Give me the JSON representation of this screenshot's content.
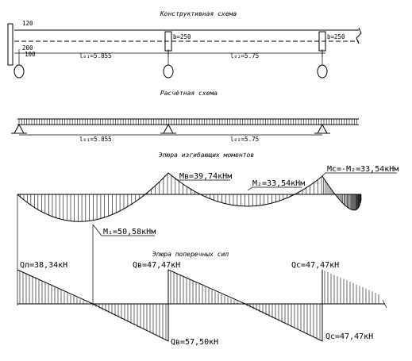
{
  "titles": {
    "structural": "Конструктивная схема",
    "design": "Расчётная схема",
    "moment": "Эпюра изгибающих моментов",
    "shear": "Эпюра поперечных сил"
  },
  "structural": {
    "support_dim_top": "120",
    "support_dim_mid": "200",
    "support_dim_bot": "100",
    "beam_b_width": "b=250",
    "beam_c_width": "b=250",
    "span1": "l₀₁=5.855",
    "span2": "l₀₂=5.75"
  },
  "design": {
    "span1": "l₀₁=5.855",
    "span2": "l₀₂=5.75"
  },
  "moments": {
    "mb": "Mв=39,74кНм",
    "m2": "M₂=33,54кНм",
    "mc": "Mс=-M₂=33,54кНм",
    "m1": "M₁=50,58кНм"
  },
  "shear": {
    "qa": "Qл=38,34кН",
    "qb_right": "Qв=47,47кН",
    "qc_left": "Qс=47,47кН",
    "qb_left": "Qв=57,50кН",
    "qc_right": "Qс=47,47кН"
  }
}
